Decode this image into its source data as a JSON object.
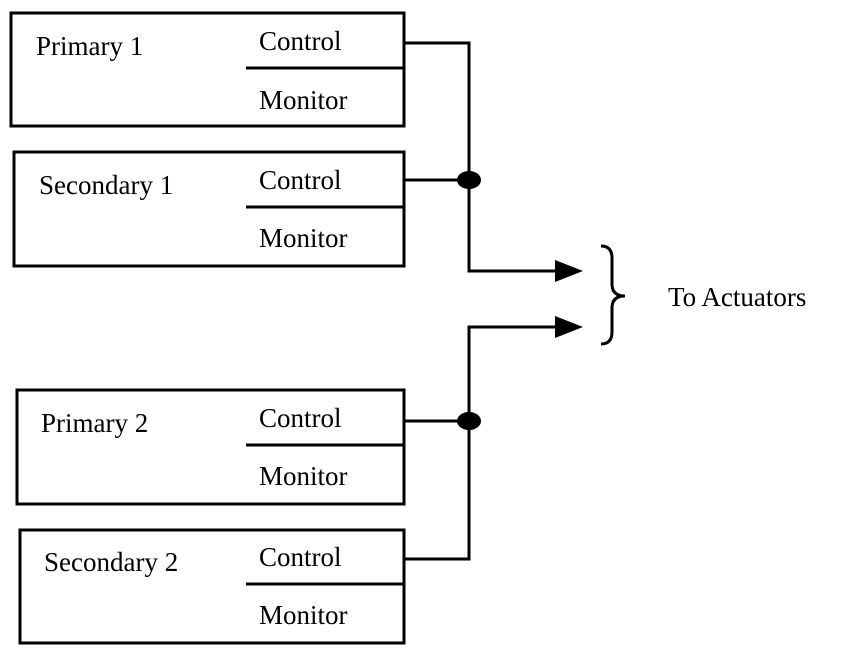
{
  "units": [
    {
      "name": "Primary 1",
      "control": "Control",
      "monitor": "Monitor"
    },
    {
      "name": "Secondary 1",
      "control": "Control",
      "monitor": "Monitor"
    },
    {
      "name": "Primary 2",
      "control": "Control",
      "monitor": "Monitor"
    },
    {
      "name": "Secondary 2",
      "control": "Control",
      "monitor": "Monitor"
    }
  ],
  "output_label": "To Actuators",
  "colors": {
    "stroke": "#000000",
    "background": "#ffffff"
  }
}
